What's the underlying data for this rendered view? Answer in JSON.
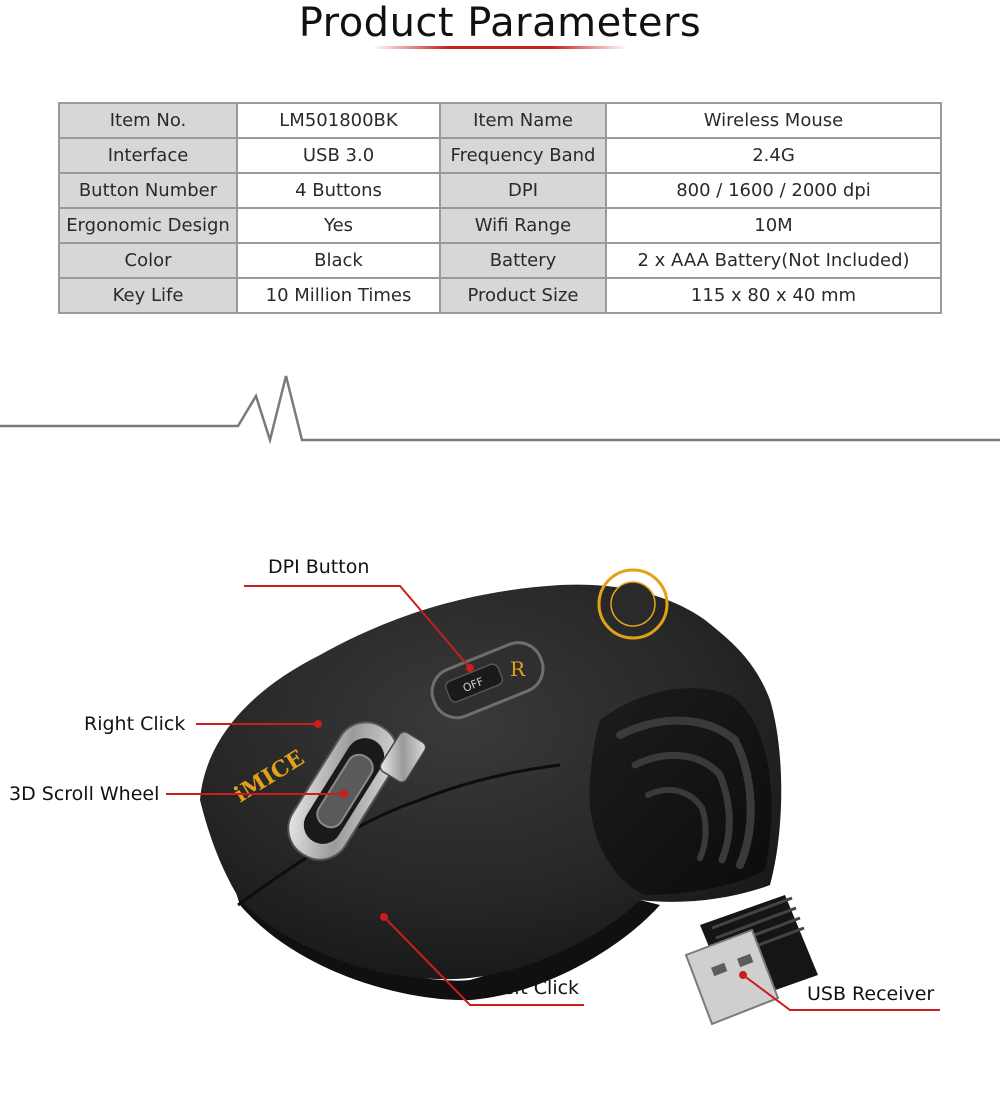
{
  "title": "Product Parameters",
  "params": [
    {
      "label1": "Item No.",
      "value1": "LM501800BK",
      "label2": "Item Name",
      "value2": "Wireless Mouse"
    },
    {
      "label1": "Interface",
      "value1": "USB 3.0",
      "label2": "Frequency Band",
      "value2": "2.4G"
    },
    {
      "label1": "Button Number",
      "value1": "4 Buttons",
      "label2": "DPI",
      "value2": "800 / 1600 / 2000 dpi"
    },
    {
      "label1": "Ergonomic Design",
      "value1": "Yes",
      "label2": "Wifi Range",
      "value2": "10M"
    },
    {
      "label1": "Color",
      "value1": "Black",
      "label2": "Battery",
      "value2": "2 x AAA Battery(Not Included)"
    },
    {
      "label1": "Key Life",
      "value1": "10 Million Times",
      "label2": "Product Size",
      "value2": "115 x 80 x 40 mm"
    }
  ],
  "callouts": {
    "dpi_button": "DPI Button",
    "right_click": "Right Click",
    "scroll_wheel": "3D Scroll Wheel",
    "left_click": "Left Click",
    "usb_receiver": "USB Receiver"
  },
  "brand": {
    "logo_text": "iMICE",
    "switch_text": "OFF"
  },
  "colors": {
    "accent": "#c81e1e",
    "table_label_bg": "#d7d7d7",
    "table_border": "#9a9a9a",
    "mouse_body": "#262626",
    "brand_gold": "#e0a21a"
  }
}
